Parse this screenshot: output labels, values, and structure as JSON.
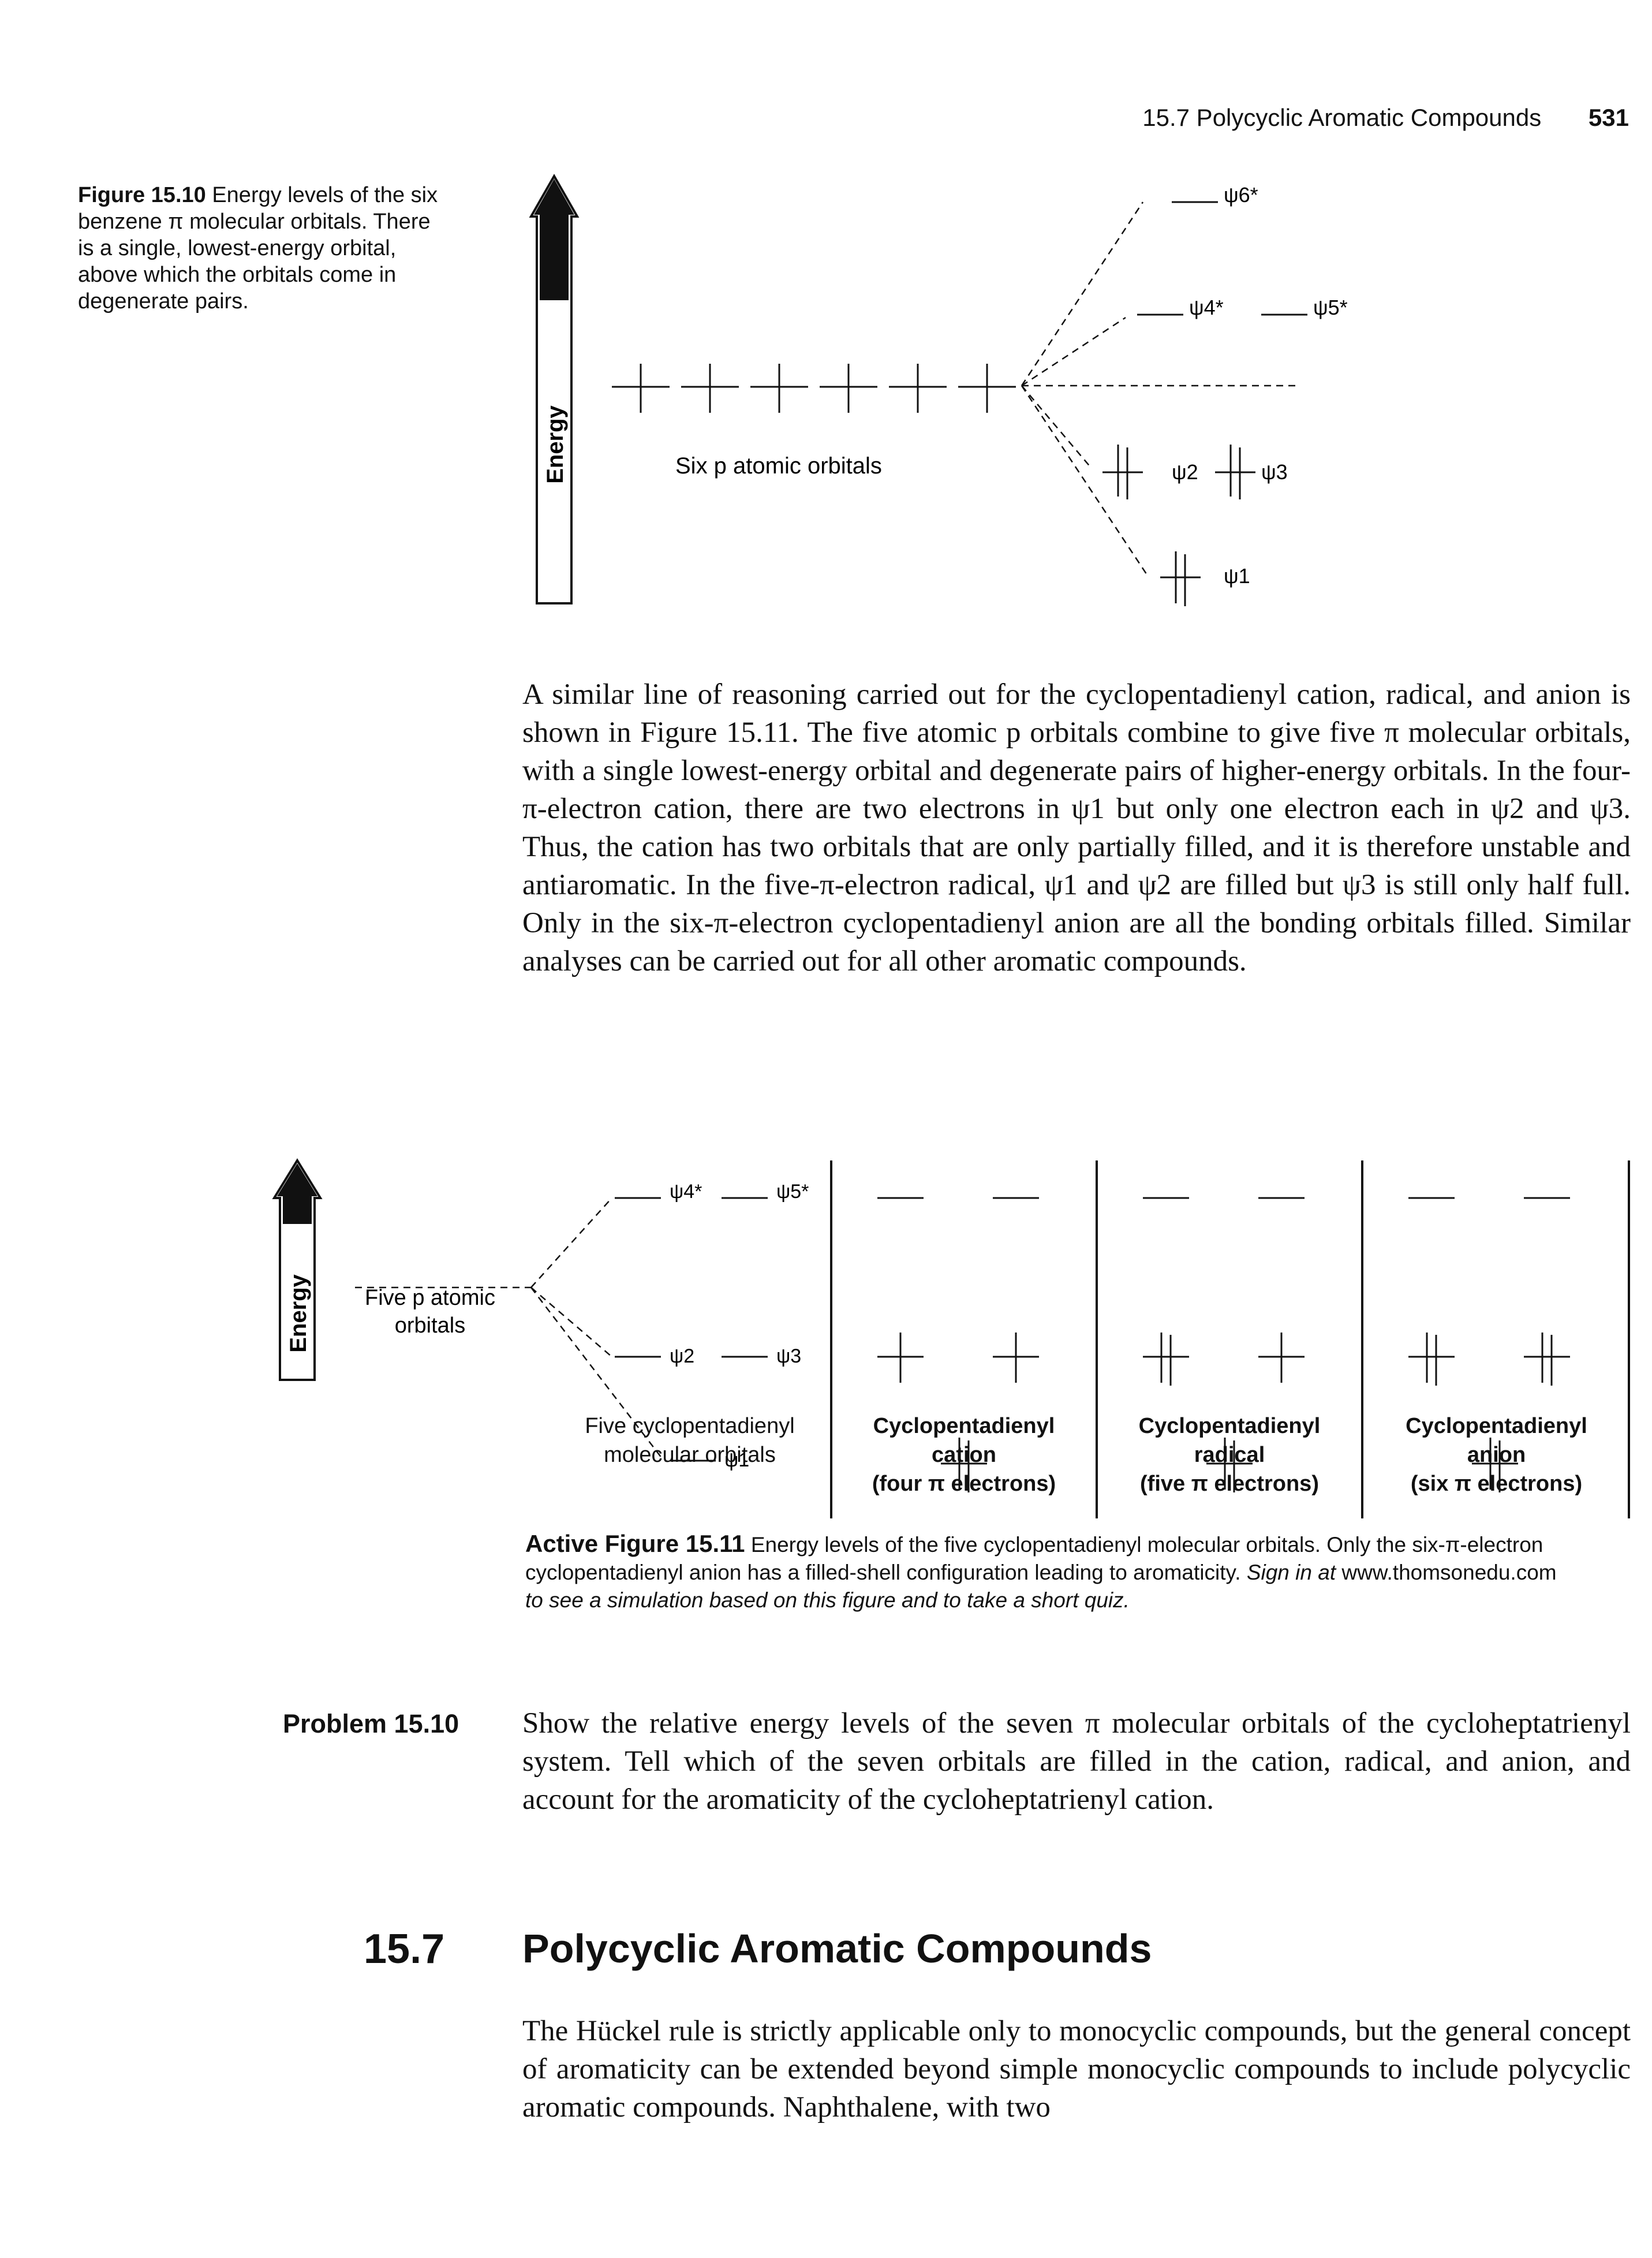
{
  "header": {
    "running_title": "15.7  Polycyclic Aromatic Compounds",
    "page_number": "531"
  },
  "figure_15_10": {
    "caption_label": "Figure 15.10",
    "caption_text": "Energy levels of the six benzene π molecular orbitals. There is a single, lowest-energy orbital, above which the orbitals come in degenerate pairs.",
    "energy_label": "Energy",
    "atomic_label": "Six p atomic orbitals",
    "orbitals": {
      "psi6": "ψ6*",
      "psi4": "ψ4*",
      "psi5": "ψ5*",
      "psi2": "ψ2",
      "psi3": "ψ3",
      "psi1": "ψ1"
    }
  },
  "paragraph_1": "A similar line of reasoning carried out for the cyclopentadienyl cation, radical, and anion is shown in Figure 15.11. The five atomic p orbitals combine to give five π molecular orbitals, with a single lowest-energy orbital and degenerate pairs of higher-energy orbitals. In the four-π-electron cation, there are two electrons in ψ1 but only one electron each in ψ2 and ψ3. Thus, the cation has two orbitals that are only partially filled, and it is therefore unstable and antiaromatic. In the five-π-electron radical, ψ1 and ψ2 are filled but ψ3 is still only half full. Only in the six-π-electron cyclopentadienyl anion are all the bonding orbitals filled. Similar analyses can be carried out for all other aromatic compounds.",
  "figure_15_11": {
    "energy_label": "Energy",
    "atomic_label_1": "Five p atomic",
    "atomic_label_2": "orbitals",
    "orbitals": {
      "psi4": "ψ4*",
      "psi5": "ψ5*",
      "psi2": "ψ2",
      "psi3": "ψ3",
      "psi1": "ψ1"
    },
    "columns": [
      {
        "line1": "Five cyclopentadienyl",
        "line2": "molecular orbitals",
        "line3": ""
      },
      {
        "line1": "Cyclopentadienyl",
        "line2": "cation",
        "line3": "(four π electrons)"
      },
      {
        "line1": "Cyclopentadienyl",
        "line2": "radical",
        "line3": "(five π electrons)"
      },
      {
        "line1": "Cyclopentadienyl",
        "line2": "anion",
        "line3": "(six π electrons)"
      }
    ],
    "caption_label": "Active Figure 15.11",
    "caption_text": "Energy levels of the five cyclopentadienyl molecular orbitals. Only the six-π-electron cyclopentadienyl anion has a filled-shell configuration leading to aromaticity.",
    "caption_italic_1": "Sign in at",
    "caption_url": "www.thomsonedu.com",
    "caption_italic_2": "to see a simulation based on this figure and to take a short quiz."
  },
  "problem": {
    "label": "Problem 15.10",
    "text": "Show the relative energy levels of the seven π molecular orbitals of the cycloheptatrienyl system. Tell which of the seven orbitals are filled in the cation, radical, and anion, and account for the aromaticity of the cycloheptatrienyl cation."
  },
  "section": {
    "number": "15.7",
    "title": "Polycyclic Aromatic Compounds",
    "paragraph": "The Hückel rule is strictly applicable only to monocyclic compounds, but the general concept of aromaticity can be extended beyond simple monocyclic compounds to include polycyclic aromatic compounds. Naphthalene, with two"
  }
}
